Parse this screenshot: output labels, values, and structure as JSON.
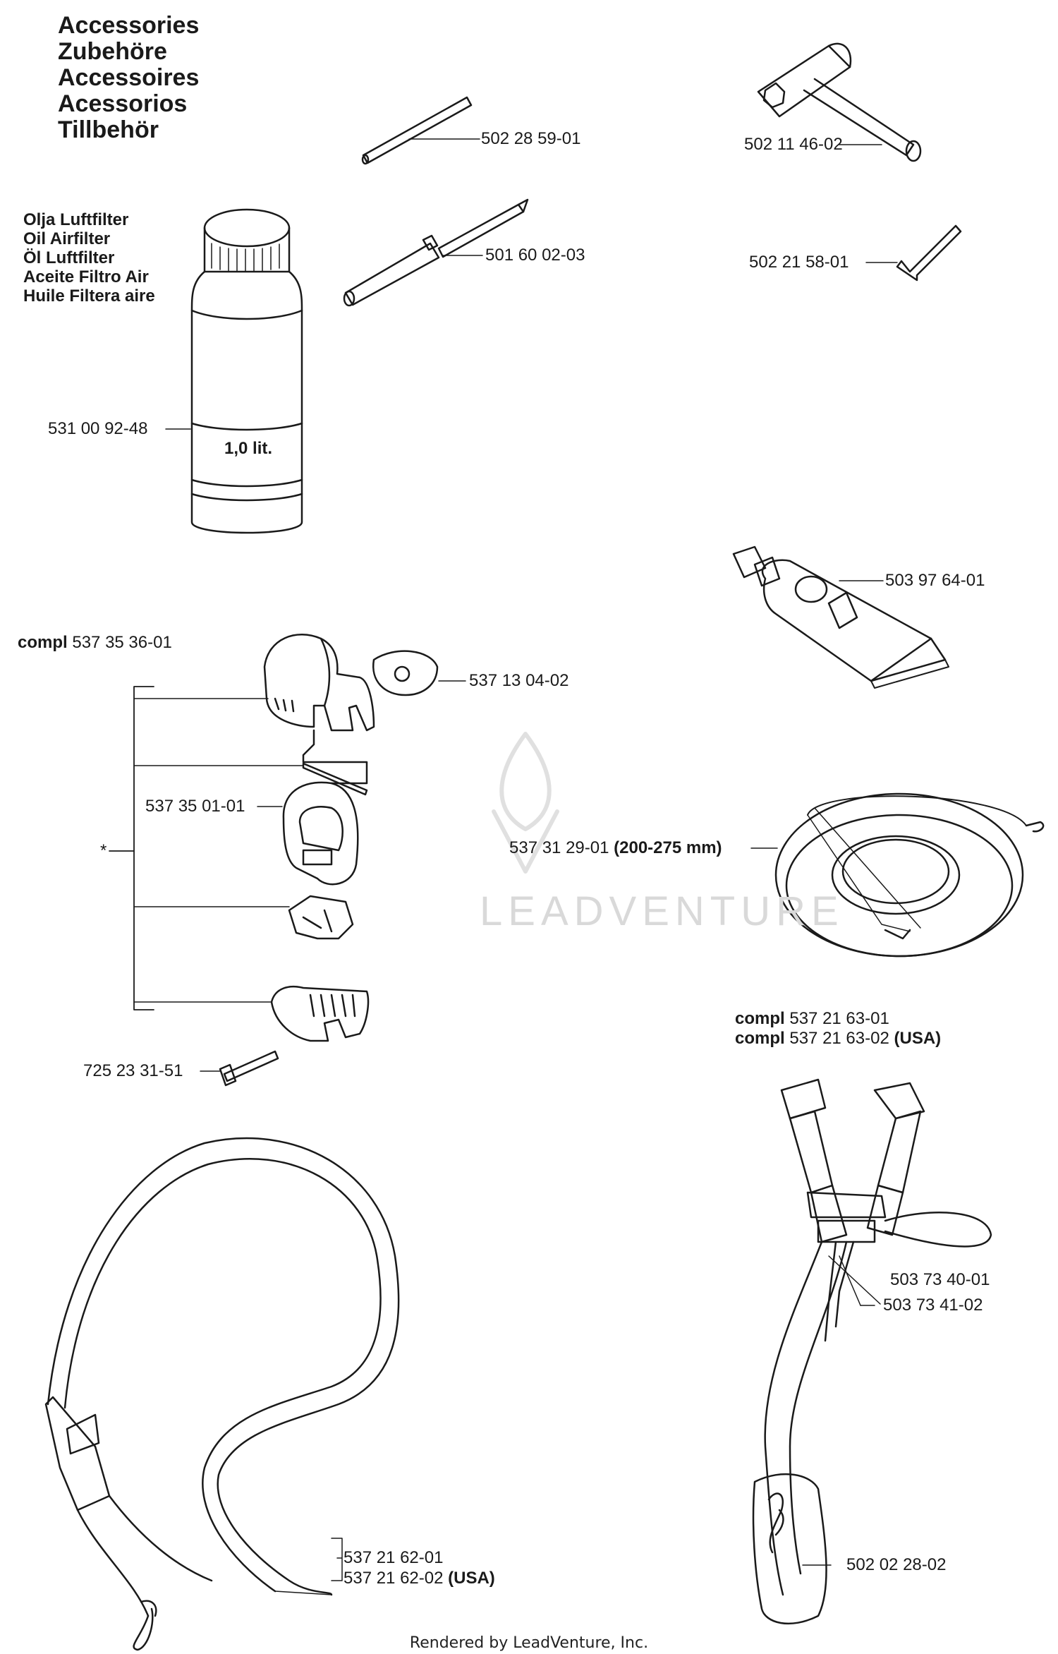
{
  "title_lines": [
    "Accessories",
    "Zubehöre",
    "Accessoires",
    "Acessorios",
    "Tillbehör"
  ],
  "oil_lines": [
    "Olja Luftfilter",
    "Oil Airfilter",
    "Öl Luftfilter",
    "Aceite Filtro Air",
    "Huile Filtera aire"
  ],
  "bottle_text": "1,0 lit.",
  "parts": {
    "rod": "502 28 59-01",
    "file_tool": "501 60 02-03",
    "oil_bottle": "531 00 92-48",
    "socket_wrench": "502 11 46-02",
    "hex_key": "502 21 58-01",
    "grease_tube": "503 97 64-01",
    "harness_clip_compl_prefix": "compl",
    "harness_clip_compl": "537 35 36-01",
    "clip_nut": "537 13 04-02",
    "clip_ring": "537 35 01-01",
    "clip_screw": "725 23 31-51",
    "asterisk": "*",
    "guard": "537 31 29-01",
    "guard_size": "(200-275 mm)",
    "strap_compl_prefix": "compl",
    "strap_compl_1": "537 21 63-01",
    "strap_compl_2": "537 21 63-02",
    "strap_compl_2_suffix": "(USA)",
    "buckle_1": "503 73 40-01",
    "buckle_2": "503 73 41-02",
    "hook_pad": "502 02 28-02",
    "shoulder_strap_1": "537 21 62-01",
    "shoulder_strap_2": "537 21 62-02",
    "shoulder_strap_2_suffix": "(USA)"
  },
  "watermark": "LEADVENTURE",
  "footer": "Rendered by LeadVenture, Inc.",
  "colors": {
    "ink": "#1a1a1a",
    "watermark": "#d9d9d9"
  }
}
